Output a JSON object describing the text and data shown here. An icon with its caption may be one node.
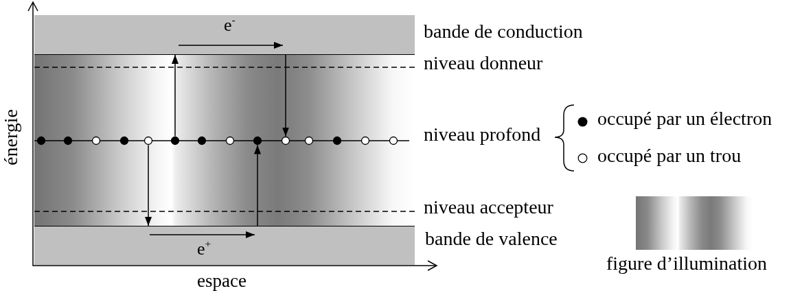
{
  "diagram": {
    "nodes": [
      {
        "text": [
          "bande de conduction"
        ]
      },
      {
        "text": [],
        "shape": "circle"
      },
      {
        "text": [],
        "shape": "circle"
      },
      {
        "text": [],
        "shape": "circle"
      },
      {
        "text": [],
        "shape": "circle"
      },
      {
        "text": [
          "bande de valence"
        ]
      }
    ],
    "edges": [
      {
        "from": 2,
        "to": 0,
        "arrow": "to"
      },
      {
        "from": 0,
        "to": 4,
        "arrow": "to"
      },
      {
        "from": 1,
        "to": 5,
        "arrow": "to"
      },
      {
        "from": 5,
        "to": 3,
        "arrow": "to"
      }
    ],
    "labels": [
      "e$^{-}$",
      "niveau donneur",
      "énergie",
      "niveau profond",
      "niveau accepteur",
      "e$^{+}$",
      "espace"
    ],
    "legend": [
      {
        "text": "occupé par un électron"
      },
      {
        "text": "occupé par un trou"
      },
      {
        "text": "figure d’illumination"
      }
    ]
  }
}
